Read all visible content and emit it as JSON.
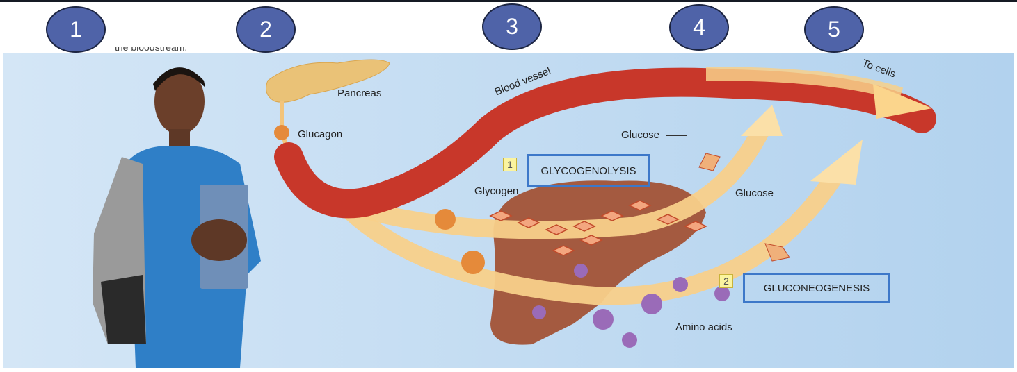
{
  "step_markers": [
    "1",
    "2",
    "3",
    "4",
    "5"
  ],
  "caption_fragment": "the bloodstream.",
  "labels": {
    "pancreas": "Pancreas",
    "glucagon": "Glucagon",
    "blood_vessel": "Blood vessel",
    "to_cells": "To cells",
    "glucose_top": "Glucose",
    "glycogen": "Glycogen",
    "glucose_right": "Glucose",
    "amino_acids": "Amino acids"
  },
  "processes": [
    {
      "number": "1",
      "name": "GLYCOGENOLYSIS"
    },
    {
      "number": "2",
      "name": "GLUCONEOGENESIS"
    }
  ],
  "colors": {
    "marker": "#4f63a8",
    "box_border": "#3d78c9",
    "vessel": "#c8372a",
    "arrow": "#f8d08a",
    "liver": "#a0523d",
    "amino": "#9a6bb8"
  }
}
